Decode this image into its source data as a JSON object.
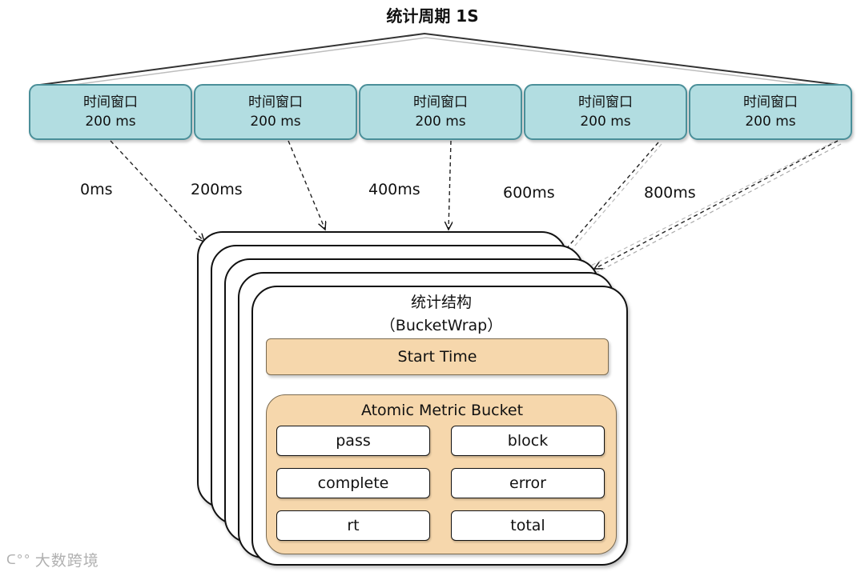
{
  "cycle_title": "统计周期 1S",
  "windows": [
    {
      "label": "时间窗口",
      "duration": "200 ms"
    },
    {
      "label": "时间窗口",
      "duration": "200 ms"
    },
    {
      "label": "时间窗口",
      "duration": "200 ms"
    },
    {
      "label": "时间窗口",
      "duration": "200 ms"
    },
    {
      "label": "时间窗口",
      "duration": "200 ms"
    }
  ],
  "time_labels": [
    "0ms",
    "200ms",
    "400ms",
    "600ms",
    "800ms"
  ],
  "bucket_wrap": {
    "title": "统计结构",
    "subtitle": "（BucketWrap）",
    "start_time": "Start Time",
    "bucket_title": "Atomic Metric Bucket",
    "metrics": [
      "pass",
      "block",
      "complete",
      "error",
      "rt",
      "total"
    ]
  },
  "watermark": "大数跨境",
  "colors": {
    "window_fill": "#b2dde1",
    "window_border": "#4a8f99",
    "bucket_fill": "#f6d7ac"
  }
}
